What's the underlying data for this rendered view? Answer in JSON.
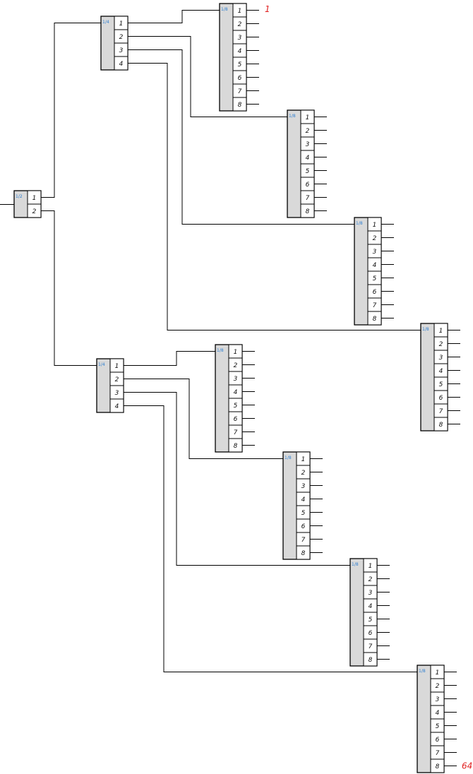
{
  "splitters": [
    {
      "id": "s2",
      "ratio": "1/2",
      "ports": [
        "1",
        "2"
      ]
    },
    {
      "id": "s4a",
      "ratio": "1/4",
      "ports": [
        "1",
        "2",
        "3",
        "4"
      ]
    },
    {
      "id": "s4b",
      "ratio": "1/4",
      "ports": [
        "1",
        "2",
        "3",
        "4"
      ]
    },
    {
      "id": "s8_1",
      "ratio": "1/8",
      "ports": [
        "1",
        "2",
        "3",
        "4",
        "5",
        "6",
        "7",
        "8"
      ]
    },
    {
      "id": "s8_2",
      "ratio": "1/8",
      "ports": [
        "1",
        "2",
        "3",
        "4",
        "5",
        "6",
        "7",
        "8"
      ]
    },
    {
      "id": "s8_3",
      "ratio": "1/8",
      "ports": [
        "1",
        "2",
        "3",
        "4",
        "5",
        "6",
        "7",
        "8"
      ]
    },
    {
      "id": "s8_4",
      "ratio": "1/8",
      "ports": [
        "1",
        "2",
        "3",
        "4",
        "5",
        "6",
        "7",
        "8"
      ]
    },
    {
      "id": "s8_5",
      "ratio": "1/8",
      "ports": [
        "1",
        "2",
        "3",
        "4",
        "5",
        "6",
        "7",
        "8"
      ]
    },
    {
      "id": "s8_6",
      "ratio": "1/8",
      "ports": [
        "1",
        "2",
        "3",
        "4",
        "5",
        "6",
        "7",
        "8"
      ]
    },
    {
      "id": "s8_7",
      "ratio": "1/8",
      "ports": [
        "1",
        "2",
        "3",
        "4",
        "5",
        "6",
        "7",
        "8"
      ]
    },
    {
      "id": "s8_8",
      "ratio": "1/8",
      "ports": [
        "1",
        "2",
        "3",
        "4",
        "5",
        "6",
        "7",
        "8"
      ]
    }
  ],
  "connections": [
    {
      "from": "s2",
      "port": 1,
      "to": "s4a"
    },
    {
      "from": "s2",
      "port": 2,
      "to": "s4b"
    },
    {
      "from": "s4a",
      "port": 1,
      "to": "s8_1"
    },
    {
      "from": "s4a",
      "port": 2,
      "to": "s8_2"
    },
    {
      "from": "s4a",
      "port": 3,
      "to": "s8_3"
    },
    {
      "from": "s4a",
      "port": 4,
      "to": "s8_4"
    },
    {
      "from": "s4b",
      "port": 1,
      "to": "s8_5"
    },
    {
      "from": "s4b",
      "port": 2,
      "to": "s8_6"
    },
    {
      "from": "s4b",
      "port": 3,
      "to": "s8_7"
    },
    {
      "from": "s4b",
      "port": 4,
      "to": "s8_8"
    }
  ],
  "labels": {
    "first_output": "1",
    "last_output": "64"
  }
}
